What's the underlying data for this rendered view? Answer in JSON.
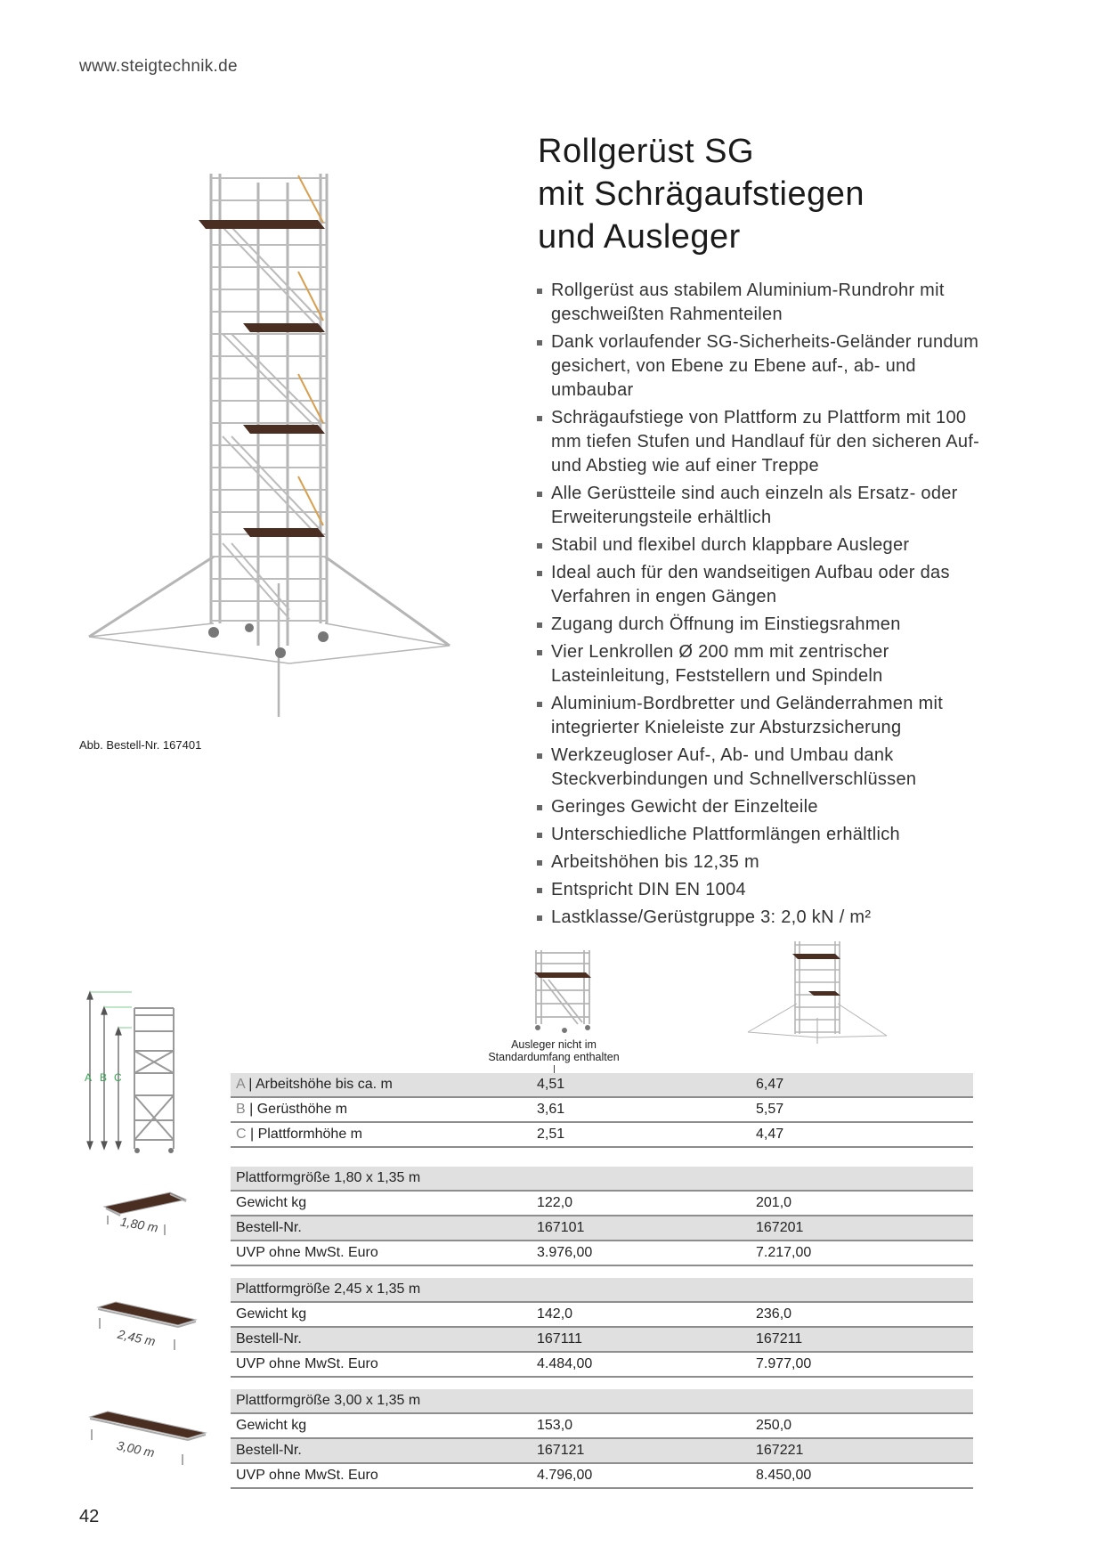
{
  "header": {
    "url": "www.steigtechnik.de"
  },
  "title": [
    "Rollgerüst SG",
    "mit Schrägaufstiegen",
    "und Ausleger"
  ],
  "features": [
    "Rollgerüst aus stabilem Aluminium-Rundrohr mit geschweißten Rahmenteilen",
    "Dank vorlaufender SG-Sicherheits-Geländer rundum gesichert, von Ebene zu Ebene auf-, ab- und umbaubar",
    "Schrägaufstiege von Plattform zu Plattform mit 100 mm tiefen Stufen und Handlauf für den sicheren Auf- und Abstieg wie auf einer Treppe",
    "Alle Gerüstteile sind auch einzeln als Ersatz- oder Erweiterungsteile erhältlich",
    "Stabil und flexibel durch klappbare Ausleger",
    "Ideal auch für den wandseitigen Aufbau oder das Verfahren in engen Gängen",
    "Zugang durch Öffnung im Einstiegsrahmen",
    "Vier Lenkrollen Ø 200 mm mit zentrischer Lasteinleitung, Feststellern und Spindeln",
    "Aluminium-Bordbretter und Geländerrahmen mit integrierter Knieleiste zur Absturzsicherung",
    "Werkzeugloser Auf-, Ab- und Umbau dank Steckverbindungen und Schnellverschlüssen",
    "Geringes Gewicht der Einzelteile",
    "Unterschiedliche Plattformlängen erhältlich",
    "Arbeitshöhen bis 12,35 m",
    "Entspricht DIN EN 1004",
    "Lastklasse/Gerüstgruppe 3: 2,0 kN / m²"
  ],
  "image_caption": "Abb. Bestell-Nr. 167401",
  "column_note": "Ausleger nicht im Standardumfang enthalten",
  "dimensions_diagram": {
    "labels": [
      "A",
      "B",
      "C"
    ]
  },
  "heights_table": [
    {
      "letter": "A",
      "label": "| Arbeitshöhe bis ca. m",
      "v1": "4,51",
      "v2": "6,47"
    },
    {
      "letter": "B",
      "label": "| Gerüsthöhe m",
      "v1": "3,61",
      "v2": "5,57"
    },
    {
      "letter": "C",
      "label": "| Plattformhöhe m",
      "v1": "2,51",
      "v2": "4,47"
    }
  ],
  "platform_sizes": [
    {
      "header": "Plattformgröße 1,80 x 1,35 m",
      "length_label": "1,80 m",
      "rows": [
        {
          "label": "Gewicht kg",
          "v1": "122,0",
          "v2": "201,0"
        },
        {
          "label": "Bestell-Nr.",
          "v1": "167101",
          "v2": "167201"
        },
        {
          "label": "UVP ohne MwSt. Euro",
          "v1": "3.976,00",
          "v2": "7.217,00"
        }
      ]
    },
    {
      "header": "Plattformgröße 2,45 x 1,35 m",
      "length_label": "2,45 m",
      "rows": [
        {
          "label": "Gewicht kg",
          "v1": "142,0",
          "v2": "236,0"
        },
        {
          "label": "Bestell-Nr.",
          "v1": "167111",
          "v2": "167211"
        },
        {
          "label": "UVP ohne MwSt. Euro",
          "v1": "4.484,00",
          "v2": "7.977,00"
        }
      ]
    },
    {
      "header": "Plattformgröße 3,00 x 1,35 m",
      "length_label": "3,00 m",
      "rows": [
        {
          "label": "Gewicht kg",
          "v1": "153,0",
          "v2": "250,0"
        },
        {
          "label": "Bestell-Nr.",
          "v1": "167121",
          "v2": "167221"
        },
        {
          "label": "UVP ohne MwSt. Euro",
          "v1": "4.796,00",
          "v2": "8.450,00"
        }
      ]
    }
  ],
  "page_number": "42",
  "colors": {
    "platform_wood": "#4a2e22",
    "frame": "#b8b8b8",
    "dimension_green": "#3aa655"
  }
}
